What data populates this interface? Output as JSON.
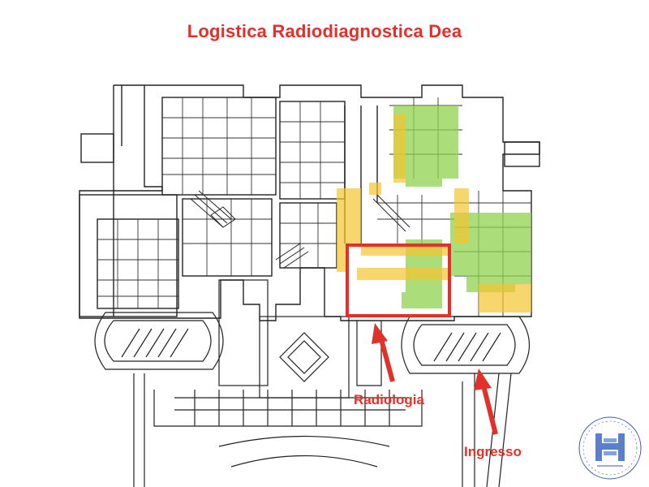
{
  "title": "Logistica Radiodiagnostica Dea",
  "labels": {
    "radiologia": "Radiologia",
    "ingresso": "Ingresso"
  },
  "colors": {
    "accent_red": "#e0312a",
    "zone_green": "#8fd14f",
    "zone_yellow": "#f4c430",
    "wall": "#222222"
  },
  "highlight_zones": [
    "green",
    "yellow"
  ]
}
